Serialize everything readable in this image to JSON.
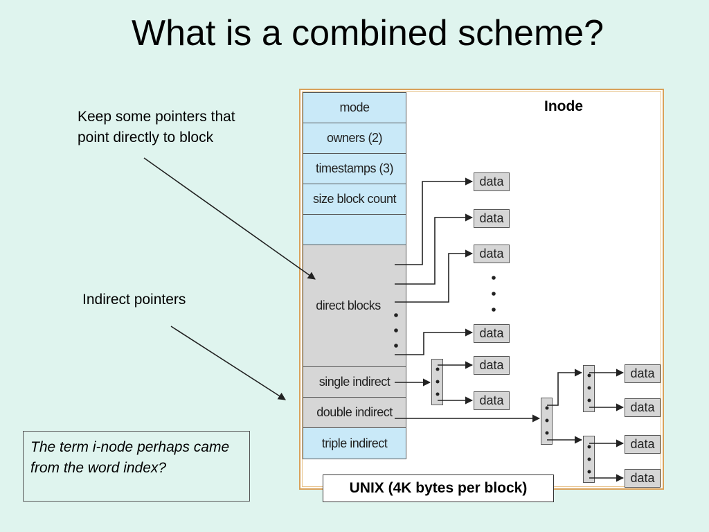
{
  "slide": {
    "title": "What is a combined scheme?",
    "note_direct": "Keep some pointers that point directly to block",
    "note_indirect": "Indirect pointers",
    "callout": "The term i-node perhaps came from the word index?"
  },
  "diagram": {
    "inode_label": "Inode",
    "caption": "UNIX (4K bytes per block)",
    "fields": {
      "mode": "mode",
      "owners": "owners (2)",
      "timestamps": "timestamps (3)",
      "size": "size block count",
      "direct": "direct blocks",
      "single": "single indirect",
      "double": "double indirect",
      "triple": "triple indirect"
    },
    "data_label": "data"
  }
}
